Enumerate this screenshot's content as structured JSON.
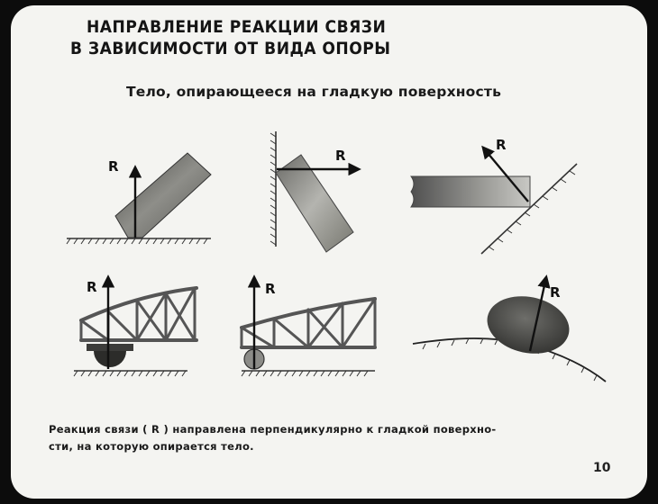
{
  "title": {
    "line1": "НАПРАВЛЕНИЕ РЕАКЦИИ СВЯЗИ",
    "line2": "В ЗАВИСИМОСТИ ОТ ВИДА ОПОРЫ"
  },
  "subtitle": "Тело, опирающееся на гладкую поверхность",
  "reaction_label": "R",
  "caption": {
    "line1": "Реакция связи ( R ) направлена перпендикулярно к гладкой поверхно-",
    "line2": "сти, на которую опирается тело."
  },
  "page_number": "10",
  "colors": {
    "background": "#f4f4f1",
    "ink": "#111111",
    "body_dark": "#5c5c58",
    "body_light": "#a9a9a4"
  }
}
